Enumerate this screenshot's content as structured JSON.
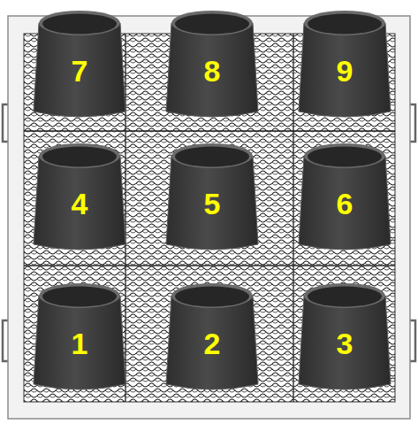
{
  "diagram": {
    "nodes": [
      {
        "text": [
          "7"
        ]
      },
      {
        "text": [
          "8"
        ]
      },
      {
        "text": [
          "9"
        ]
      },
      {
        "text": [
          "4"
        ]
      },
      {
        "text": [
          "5"
        ]
      },
      {
        "text": [
          "6"
        ]
      },
      {
        "text": [
          "1"
        ]
      },
      {
        "text": [
          "2"
        ]
      },
      {
        "text": [
          "3"
        ]
      }
    ]
  }
}
